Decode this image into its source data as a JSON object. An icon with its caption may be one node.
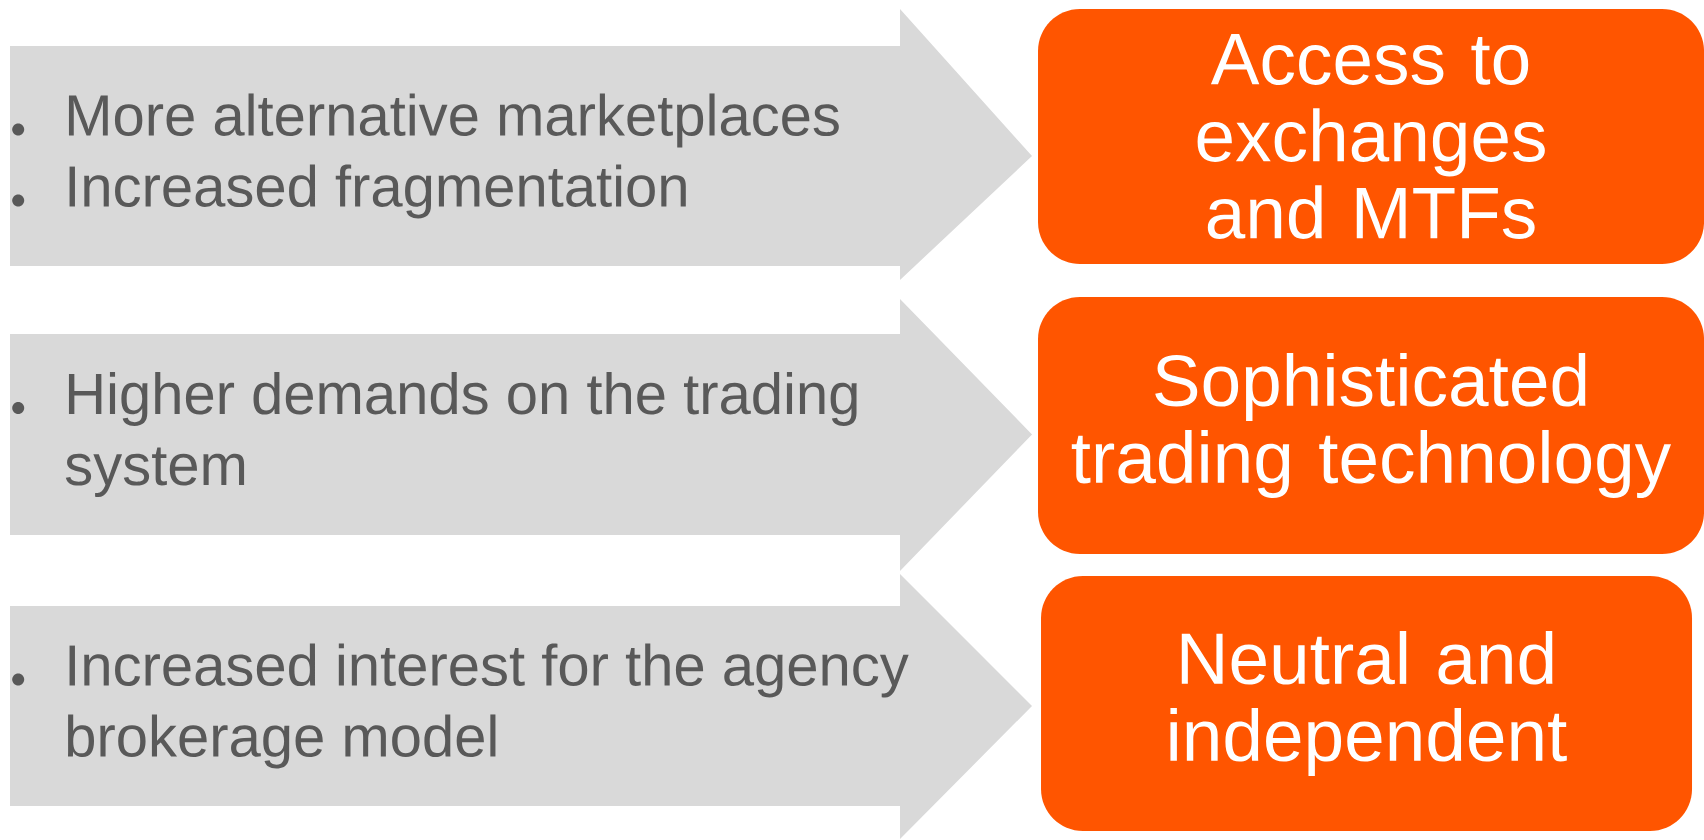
{
  "diagram": {
    "nodes": [
      {
        "text": [
          "More alternative marketplaces",
          "Increased fragmentation"
        ]
      },
      {
        "text": [
          "Access to exchanges and MTFs"
        ]
      },
      {
        "text": [
          "Higher demands on the trading system"
        ]
      },
      {
        "text": [
          "Sophisticated trading technology"
        ]
      },
      {
        "text": [
          "Increased interest for the agency brokerage model"
        ]
      },
      {
        "text": [
          "Neutral and independent"
        ]
      }
    ]
  }
}
